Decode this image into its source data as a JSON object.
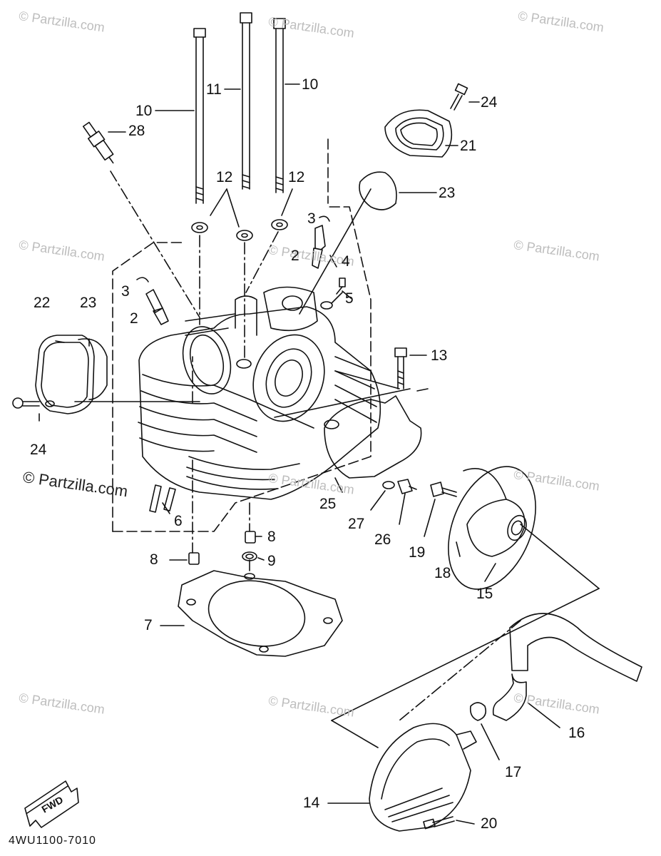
{
  "watermark": "© Partzilla.com",
  "diagram_code": "4WU1100-7010",
  "fwd_label": "FWD",
  "callouts": {
    "c1": "10",
    "c2": "11",
    "c3": "10",
    "c4": "24",
    "c5": "28",
    "c6": "12",
    "c7": "12",
    "c8": "21",
    "c9": "23",
    "c10": "3",
    "c11": "2",
    "c12": "4",
    "c13": "5",
    "c14": "3",
    "c15": "2",
    "c16": "22",
    "c17": "23",
    "c18": "13",
    "c19": "24",
    "c20": "6",
    "c21": "25",
    "c22": "27",
    "c23": "26",
    "c24": "19",
    "c25": "18",
    "c26": "15",
    "c27": "8",
    "c28": "8",
    "c29": "9",
    "c30": "7",
    "c31": "16",
    "c32": "17",
    "c33": "14",
    "c34": "20"
  }
}
